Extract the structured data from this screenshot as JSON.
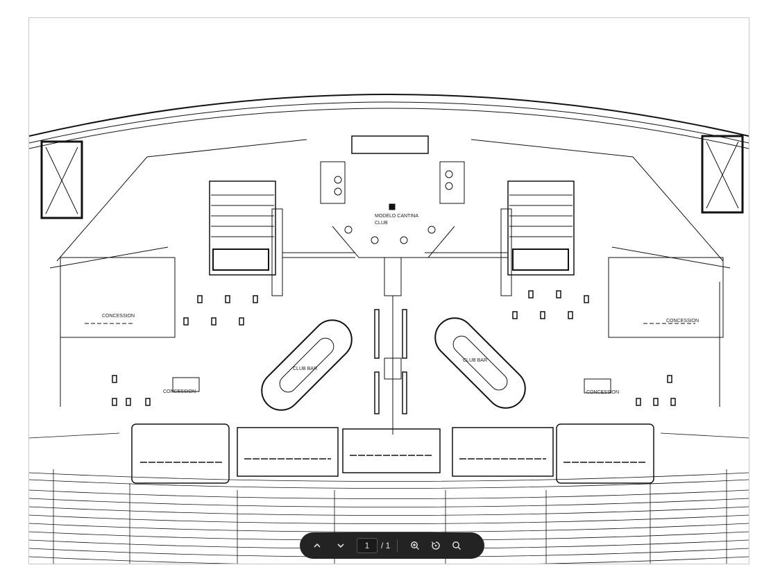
{
  "document": {
    "labels": {
      "club_name_1": "MODELO CANTINA",
      "club_name_2": "CLUB",
      "concession_left_upper": "CONCESSION",
      "concession_left_lower": "CONCESSION",
      "concession_right_upper": "CONCESSION",
      "concession_right_lower": "CONCESSION",
      "club_bar_left": "CLUB BAR",
      "club_bar_right": "CLUB BAR"
    }
  },
  "toolbar": {
    "current_page": "1",
    "total_pages": "/ 1",
    "icons": [
      "chevron-up-icon",
      "chevron-down-icon",
      "zoom-in-icon",
      "rotate-icon",
      "search-icon"
    ]
  }
}
